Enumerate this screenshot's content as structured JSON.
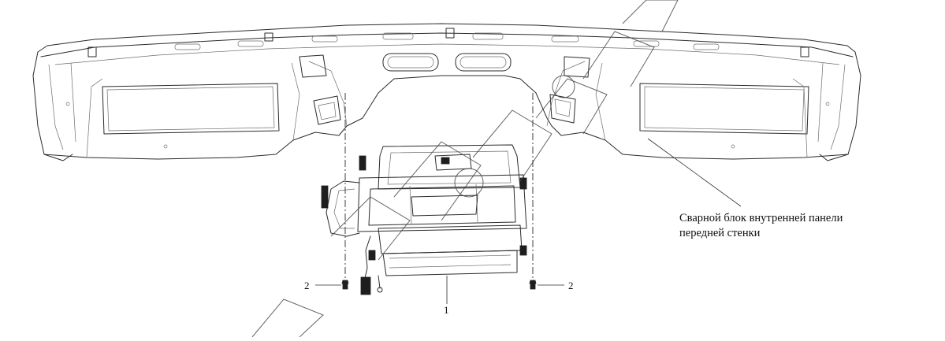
{
  "callout": {
    "line1": "Сварной блок внутренней панели",
    "line2": "передней стенки"
  },
  "labels": {
    "part1": "1",
    "part2_left": "2",
    "part2_right": "2"
  },
  "icons": {
    "fastener": "bolt-icon"
  }
}
